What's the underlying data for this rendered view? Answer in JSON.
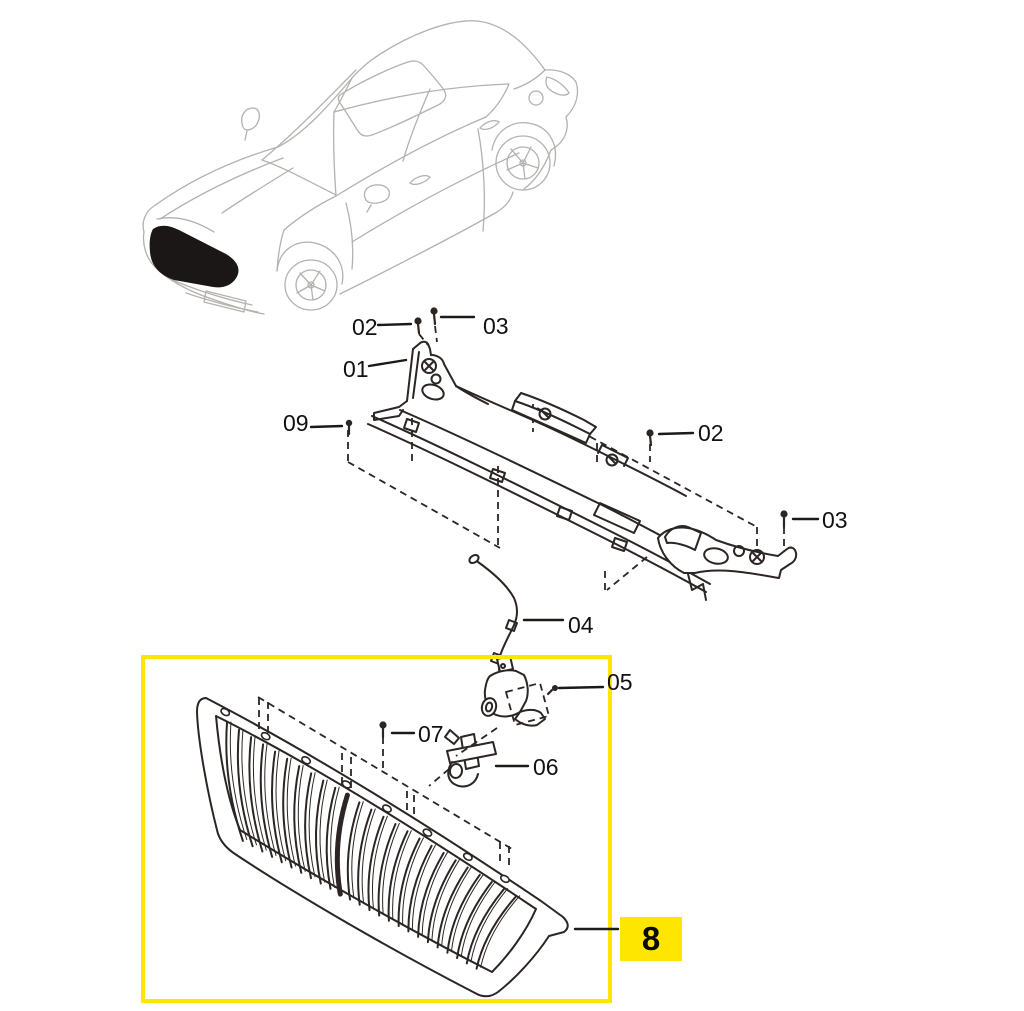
{
  "diagram": {
    "kind": "exploded-parts-diagram",
    "vehicle": "sedan line-art with blacked-out front grille",
    "colors": {
      "highlight_yellow": "#ffe600",
      "line_dark": "#2b2523",
      "car_line_gray": "#b4b1ae"
    },
    "callouts": {
      "c01": "01",
      "c02a": "02",
      "c03a": "03",
      "c09": "09",
      "c02b": "02",
      "c03b": "03",
      "c04": "04",
      "c05": "05",
      "c06": "06",
      "c07": "07",
      "c08": "8"
    },
    "grille": {
      "slat_count": 25,
      "thick_slat_index": 10
    }
  }
}
